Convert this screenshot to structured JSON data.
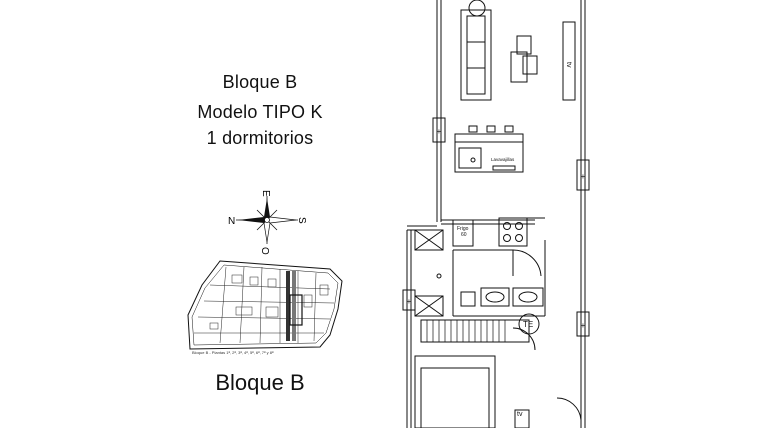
{
  "info": {
    "block": "Bloque B",
    "model": "Modelo TIPO K",
    "bedrooms": "1 dormitorios"
  },
  "compass": {
    "north": "N",
    "south": "S",
    "east": "E",
    "west": "O"
  },
  "keyplan": {
    "caption": "Bloque B - Plantas 1ª, 2ª, 3ª, 4ª, 5ª, 6ª, 7ª y 8ª",
    "title": "Bloque B"
  },
  "plan": {
    "tv_upper": "tv",
    "tv_lower": "tv",
    "dishwasher": "Lavavajillas",
    "fridge_line1": "Frigo",
    "fridge_line2": "60",
    "water_heater": "TE"
  },
  "colors": {
    "line": "#111111",
    "background": "#ffffff"
  }
}
